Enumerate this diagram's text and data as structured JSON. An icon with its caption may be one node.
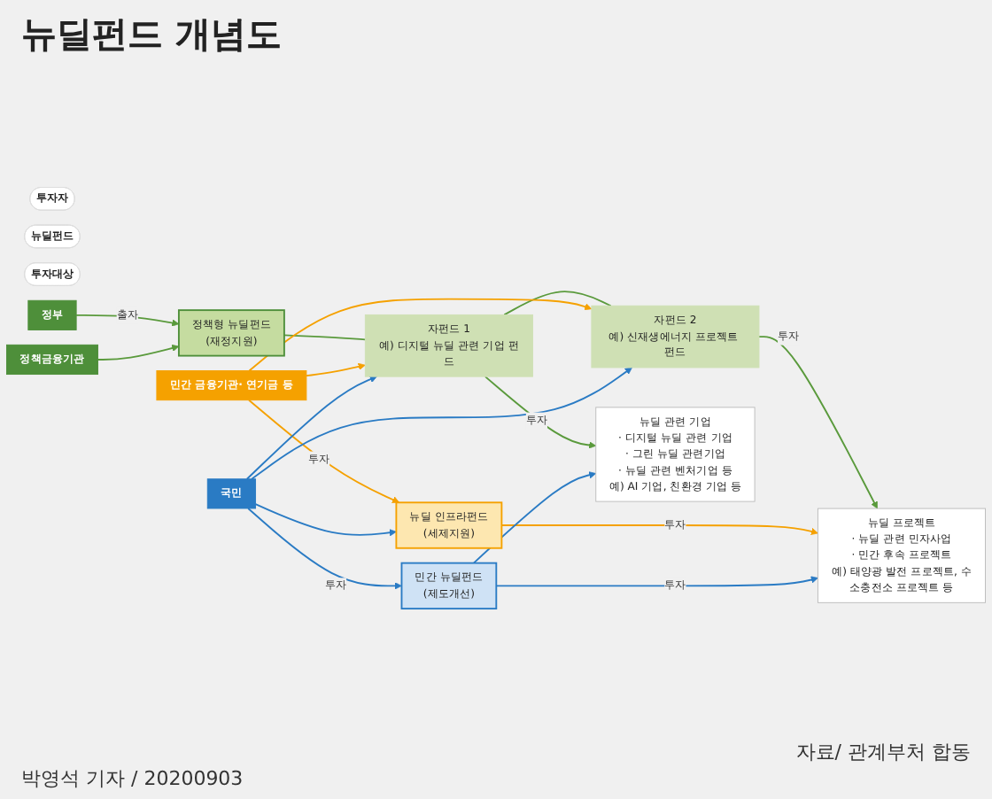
{
  "diagram": {
    "title": "뉴딜펀드 개념도",
    "nodes": [
      {
        "text": [
          "투자자"
        ]
      },
      {
        "text": [
          "뉴딜펀드"
        ]
      },
      {
        "text": [
          "투자대상"
        ]
      },
      {
        "text": [
          "정부"
        ]
      },
      {
        "text": [
          "정책금융기관"
        ]
      },
      {
        "text": [
          "정책형 뉴딜펀드",
          "(재정지원)"
        ]
      },
      {
        "text": [
          "자펀드 1",
          "예) 디지털 뉴딜 관련 기업 펀드"
        ]
      },
      {
        "text": [
          "자펀드 2",
          "예) 신재생에너지 프로젝트 펀드"
        ]
      },
      {
        "text": [
          "민간 금융기관· 연기금 등"
        ]
      },
      {
        "text": [
          "뉴딜 인프라펀드",
          "(세제지원)"
        ]
      },
      {
        "text": [
          "국민"
        ]
      },
      {
        "text": [
          "민간 뉴딜펀드",
          "(제도개선)"
        ]
      },
      {
        "text": [
          "뉴딜 관련 기업",
          "· 디지털 뉴딜 관련 기업",
          "· 그린 뉴딜 관련기업",
          "· 뉴딜 관련 벤처기업 등",
          "예) AI 기업, 친환경 기업 등"
        ]
      },
      {
        "text": [
          "뉴딜 프로젝트",
          "· 뉴딜 관련 민자사업",
          "· 민간 후속 프로젝트",
          "예) 태양광 발전 프로젝트, 수소충전소 프로젝트 등"
        ]
      }
    ],
    "edges": [
      {
        "from": 3,
        "to": 5,
        "arrow": "to",
        "label": "출자",
        "color": "#5a9a3c"
      },
      {
        "from": 4,
        "to": 5,
        "arrow": "to",
        "color": "#5a9a3c"
      },
      {
        "from": 5,
        "to": 6,
        "arrow": "none",
        "color": "#5a9a3c"
      },
      {
        "from": 6,
        "to": 7,
        "arrow": "none",
        "color": "#5a9a3c"
      },
      {
        "from": 8,
        "to": 6,
        "arrow": "to",
        "color": "#f5a100"
      },
      {
        "from": 8,
        "to": 7,
        "arrow": "to",
        "color": "#f5a100"
      },
      {
        "from": 8,
        "to": 9,
        "arrow": "to",
        "label": "투자",
        "color": "#f5a100"
      },
      {
        "from": 10,
        "to": 6,
        "arrow": "to",
        "color": "#2a7bc4"
      },
      {
        "from": 10,
        "to": 7,
        "arrow": "to",
        "color": "#2a7bc4"
      },
      {
        "from": 10,
        "to": 9,
        "arrow": "to",
        "color": "#2a7bc4"
      },
      {
        "from": 10,
        "to": 11,
        "arrow": "to",
        "label": "투자",
        "color": "#2a7bc4"
      },
      {
        "from": 6,
        "to": 12,
        "arrow": "to",
        "label": "투자",
        "color": "#5a9a3c"
      },
      {
        "from": 7,
        "to": 13,
        "arrow": "to",
        "label": "투자",
        "color": "#5a9a3c"
      },
      {
        "from": 9,
        "to": 13,
        "arrow": "to",
        "label": "투자",
        "color": "#f5a100"
      },
      {
        "from": 11,
        "to": 13,
        "arrow": "to",
        "label": "투자",
        "color": "#2a7bc4"
      },
      {
        "from": 11,
        "to": 12,
        "arrow": "to",
        "color": "#2a7bc4"
      }
    ],
    "labels": [
      "자료/ 관계부처 합동",
      "박영석 기자 / 20200903"
    ]
  }
}
